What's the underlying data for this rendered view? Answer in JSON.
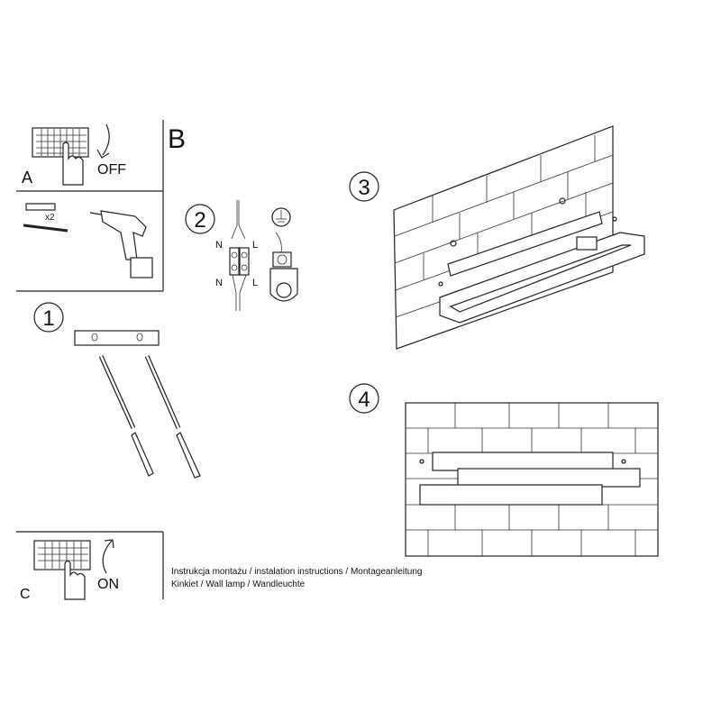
{
  "panels": {
    "a": {
      "letter": "A",
      "action": "OFF"
    },
    "b": {
      "letter": "B"
    },
    "c": {
      "letter": "C",
      "action": "ON"
    },
    "tools": {
      "count": "x2"
    }
  },
  "steps": {
    "s1": "1",
    "s2": {
      "num": "2",
      "n_top": "N",
      "l_top": "L",
      "n_bottom": "N",
      "l_bottom": "L"
    },
    "s3": "3",
    "s4": "4"
  },
  "caption": {
    "line1": "Instrukcja montażu / instalation instructions / Montageanleitung",
    "line2": "Kinkiet / Wall lamp / Wandleuchte"
  }
}
